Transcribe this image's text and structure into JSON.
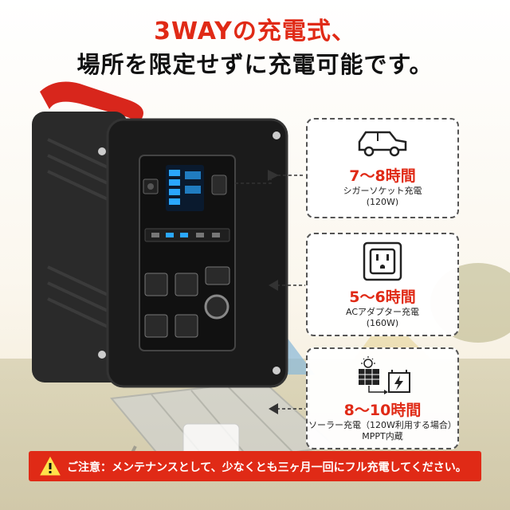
{
  "headline": {
    "line1": "3WAYの充電式、",
    "line2": "場所を限定せずに充電可能です。"
  },
  "cards": [
    {
      "icon": "car-icon",
      "time": "7〜8時間",
      "line1": "シガーソケット充電",
      "line2": "(120W)"
    },
    {
      "icon": "ac-outlet-icon",
      "time": "5〜6時間",
      "line1": "ACアダプター充電",
      "line2": "(160W)"
    },
    {
      "icon": "solar-panel-battery-icon",
      "time": "8〜10時間",
      "line1": "ソーラー充電（120W利用する場合）",
      "line2": "MPPT内蔵"
    }
  ],
  "notice": {
    "icon": "warning-icon",
    "text": "ご注意：メンテナンスとして、少なくとも三ヶ月一回にフル充電してください。"
  },
  "colors": {
    "accent": "#e02a16",
    "highlight": "#ffe24a",
    "device_body": "#1b1b1b"
  }
}
